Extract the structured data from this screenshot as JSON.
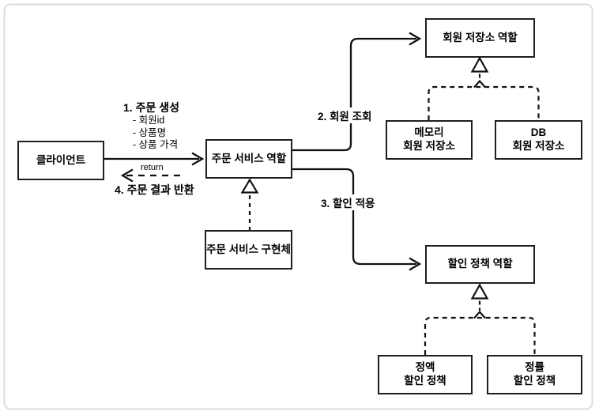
{
  "colors": {
    "stroke": "#111111",
    "node_border": "#1f1f1f",
    "frame_border": "#dcdcdc",
    "canvas_bg": "#ffffff"
  },
  "nodes": {
    "client": {
      "label": "클라이언트"
    },
    "order_service_role": {
      "label": "주문 서비스 역할"
    },
    "order_service_impl": {
      "label": "주문 서비스 구현체"
    },
    "member_repo_role": {
      "label": "회원 저장소 역할"
    },
    "memory_member_repo": {
      "lines": [
        "메모리",
        "회원 저장소"
      ]
    },
    "db_member_repo": {
      "lines": [
        "DB",
        "회원 저장소"
      ]
    },
    "discount_policy_role": {
      "label": "할인 정책 역할"
    },
    "fixed_discount_policy": {
      "lines": [
        "정액",
        "할인 정책"
      ]
    },
    "rate_discount_policy": {
      "lines": [
        "정률",
        "할인 정책"
      ]
    }
  },
  "edges": {
    "order_create": {
      "label": "1. 주문 생성",
      "details": [
        "- 회원id",
        "- 상품명",
        "- 상품 가격"
      ]
    },
    "member_lookup": {
      "label": "2. 회원 조회"
    },
    "discount_apply": {
      "label": "3. 할인 적용"
    },
    "order_result": {
      "label": "4. 주문 결과 반환",
      "sublabel": "return"
    }
  }
}
